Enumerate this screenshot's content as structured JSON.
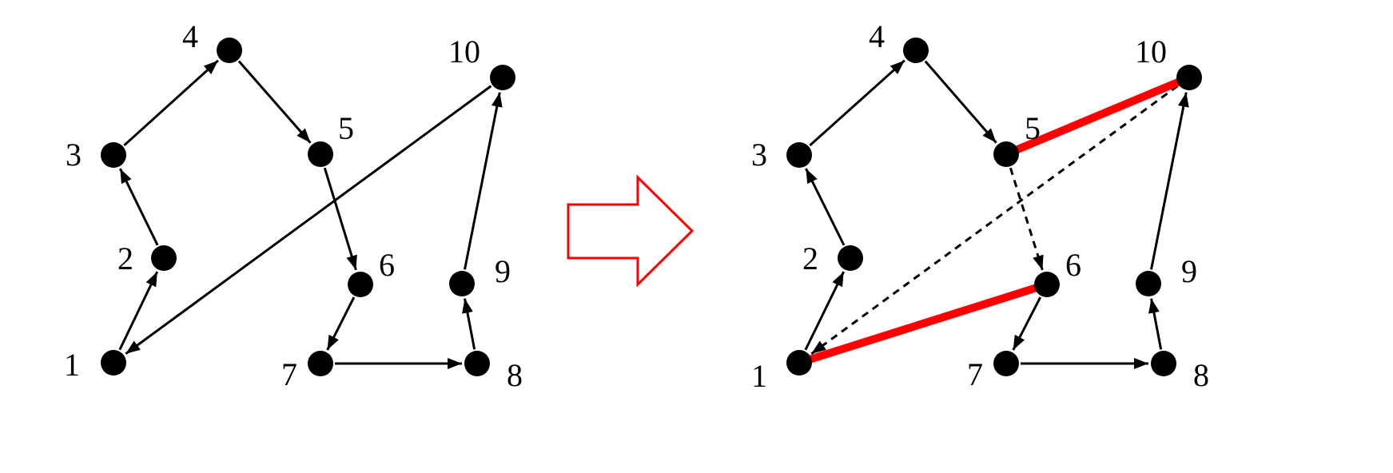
{
  "colors": {
    "edge": "#000000",
    "node": "#000000",
    "highlight": "#ff0000",
    "arrow_outline": "#ff0000",
    "background": "#ffffff"
  },
  "left_graph": {
    "nodes": [
      {
        "id": "1",
        "label": "1"
      },
      {
        "id": "2",
        "label": "2"
      },
      {
        "id": "3",
        "label": "3"
      },
      {
        "id": "4",
        "label": "4"
      },
      {
        "id": "5",
        "label": "5"
      },
      {
        "id": "6",
        "label": "6"
      },
      {
        "id": "7",
        "label": "7"
      },
      {
        "id": "8",
        "label": "8"
      },
      {
        "id": "9",
        "label": "9"
      },
      {
        "id": "10",
        "label": "10"
      }
    ],
    "edges": [
      {
        "from": "1",
        "to": "2",
        "style": "arrow"
      },
      {
        "from": "2",
        "to": "3",
        "style": "arrow"
      },
      {
        "from": "3",
        "to": "4",
        "style": "arrow"
      },
      {
        "from": "4",
        "to": "5",
        "style": "arrow"
      },
      {
        "from": "5",
        "to": "6",
        "style": "arrow"
      },
      {
        "from": "6",
        "to": "7",
        "style": "arrow"
      },
      {
        "from": "7",
        "to": "8",
        "style": "arrow"
      },
      {
        "from": "8",
        "to": "9",
        "style": "arrow"
      },
      {
        "from": "9",
        "to": "10",
        "style": "arrow"
      },
      {
        "from": "10",
        "to": "1",
        "style": "arrow"
      }
    ]
  },
  "right_graph": {
    "nodes": [
      {
        "id": "1",
        "label": "1"
      },
      {
        "id": "2",
        "label": "2"
      },
      {
        "id": "3",
        "label": "3"
      },
      {
        "id": "4",
        "label": "4"
      },
      {
        "id": "5",
        "label": "5"
      },
      {
        "id": "6",
        "label": "6"
      },
      {
        "id": "7",
        "label": "7"
      },
      {
        "id": "8",
        "label": "8"
      },
      {
        "id": "9",
        "label": "9"
      },
      {
        "id": "10",
        "label": "10"
      }
    ],
    "edges": [
      {
        "from": "1",
        "to": "2",
        "style": "arrow"
      },
      {
        "from": "2",
        "to": "3",
        "style": "arrow"
      },
      {
        "from": "3",
        "to": "4",
        "style": "arrow"
      },
      {
        "from": "4",
        "to": "5",
        "style": "arrow"
      },
      {
        "from": "5",
        "to": "6",
        "style": "dashed-arrow"
      },
      {
        "from": "6",
        "to": "7",
        "style": "arrow"
      },
      {
        "from": "7",
        "to": "8",
        "style": "arrow"
      },
      {
        "from": "8",
        "to": "9",
        "style": "arrow"
      },
      {
        "from": "9",
        "to": "10",
        "style": "arrow"
      },
      {
        "from": "10",
        "to": "1",
        "style": "dashed-arrow"
      },
      {
        "from": "5",
        "to": "10",
        "style": "highlight"
      },
      {
        "from": "1",
        "to": "6",
        "style": "highlight"
      }
    ]
  },
  "transition_arrow": {
    "icon": "hollow-right-arrow-icon"
  }
}
